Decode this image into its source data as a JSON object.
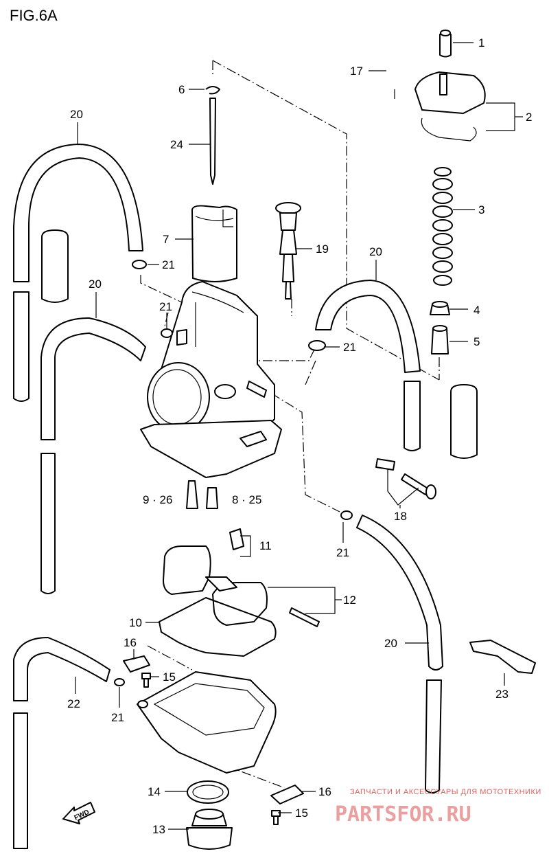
{
  "figure_title": "FIG.6A",
  "callouts": {
    "c1": "1",
    "c2": "2",
    "c3": "3",
    "c4": "4",
    "c5": "5",
    "c6": "6",
    "c7": "7",
    "c8_25": "8 · 25",
    "c9_26": "9 · 26",
    "c10": "10",
    "c11": "11",
    "c12": "12",
    "c13": "13",
    "c14": "14",
    "c15a": "15",
    "c15b": "15",
    "c16a": "16",
    "c16b": "16",
    "c17": "17",
    "c18": "18",
    "c19": "19",
    "c20a": "20",
    "c20b": "20",
    "c20c": "20",
    "c20d": "20",
    "c21a": "21",
    "c21b": "21",
    "c21c": "21",
    "c21d": "21",
    "c21e": "21",
    "c22": "22",
    "c23": "23",
    "c24": "24"
  },
  "fwd_label": "FWD",
  "watermark": {
    "tagline": "ЗАПЧАСТИ И АКСЕССУАРЫ ДЛЯ МОТОТЕХНИКИ",
    "logo": "PARTSFOR.RU"
  }
}
